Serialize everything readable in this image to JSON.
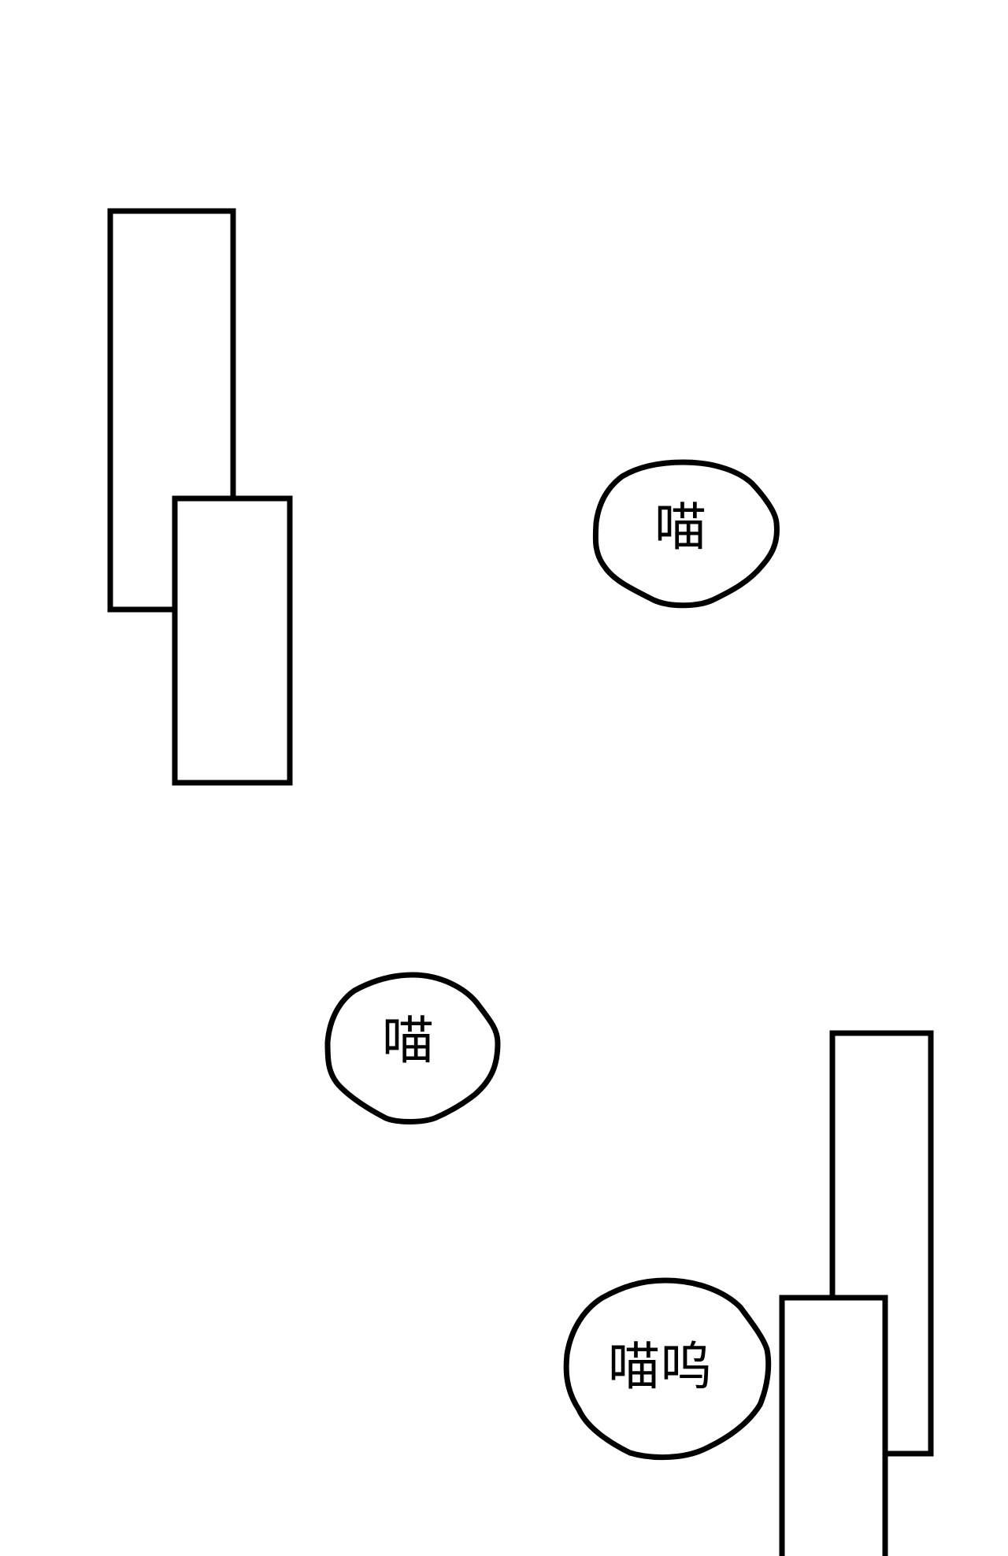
{
  "panels": [
    {
      "id": "panel-a"
    },
    {
      "id": "panel-b"
    },
    {
      "id": "panel-c"
    },
    {
      "id": "panel-d"
    }
  ],
  "speech_bubbles": [
    {
      "text": "喵"
    },
    {
      "text": "喵"
    },
    {
      "text": "喵呜"
    }
  ],
  "colors": {
    "background": "#ffffff",
    "stroke": "#000000"
  }
}
